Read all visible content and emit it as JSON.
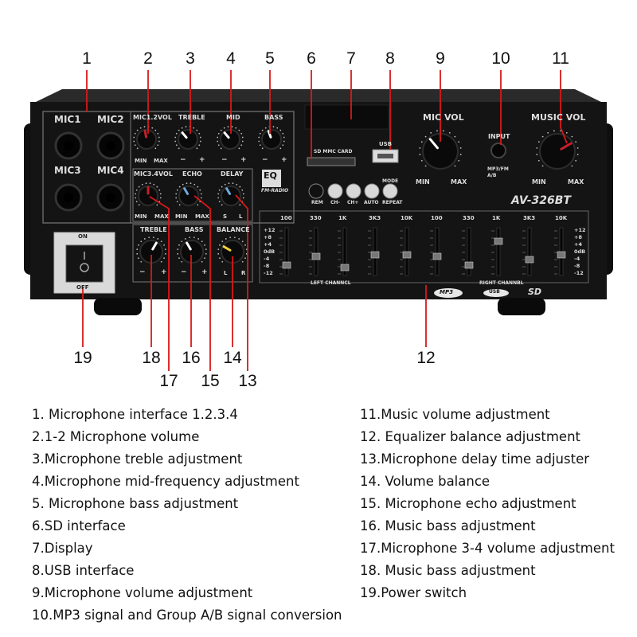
{
  "device": {
    "model": "AV-326BT",
    "panel": {
      "mic1": "MIC1",
      "mic2": "MIC2",
      "mic3": "MIC3",
      "mic4": "MIC4",
      "mic12vol": "MIC1.2VOL",
      "treble": "TREBLE",
      "mid": "MID",
      "bass": "BASS",
      "mic34vol": "MIC3.4VOL",
      "echo": "ECHO",
      "delay": "DELAY",
      "treble2": "TREBLE",
      "bass2": "BASS",
      "balance": "BALANCE",
      "min": "MIN",
      "max": "MAX",
      "minus": "−",
      "plus": "+",
      "s": "S",
      "l": "L",
      "r": "R",
      "sd_card": "SD MMC CARD",
      "usb": "USB",
      "eq": "EQ",
      "fm_radio": "FM-RADIO",
      "buttons": [
        "REM",
        "CH-",
        "CH+",
        "AUTO",
        "REPEAT"
      ],
      "mode": "MODE",
      "mic_vol": "MIC VOL",
      "music_vol": "MUSIC VOL",
      "input": "INPUT",
      "mp3fm": "MP3/FM",
      "ab": "A/B",
      "power_on": "ON",
      "power_off": "OFF",
      "power_symbol": "I",
      "eq_freqs": [
        "100",
        "330",
        "1K",
        "3K3",
        "10K",
        "100",
        "330",
        "1K",
        "3K3",
        "10K"
      ],
      "eq_db": [
        "+12",
        "+8",
        "+4",
        "0dB",
        "-4",
        "-8",
        "-12"
      ],
      "left_channel": "LEFT CHANNCL",
      "right_channel": "RIGHT CHANNBL",
      "logos": [
        "MP3",
        "USB",
        "SD"
      ]
    }
  },
  "callouts": [
    "1",
    "2",
    "3",
    "4",
    "5",
    "6",
    "7",
    "8",
    "9",
    "10",
    "11",
    "12",
    "13",
    "14",
    "15",
    "16",
    "17",
    "18",
    "19"
  ],
  "legend_left": [
    "1. Microphone interface 1.2.3.4",
    "2.1-2 Microphone volume",
    "3.Microphone treble adjustment",
    "4.Microphone mid-frequency adjustment",
    "5. Microphone bass adjustment",
    "6.SD interface",
    "7.Display",
    "8.USB interface",
    "9.Microphone volume adjustment",
    "10.MP3 signal and Group A/B signal conversion"
  ],
  "legend_right": [
    "11.Music volume adjustment",
    "12. Equalizer balance adjustment",
    "13.Microphone delay time adjuster",
    "14. Volume balance",
    "15. Microphone echo adjustment",
    "16. Music bass adjustment",
    "17.Microphone 3-4 volume adjustment",
    "18. Music bass adjustment",
    "19.Power switch"
  ],
  "colors": {
    "chassis": "#141414",
    "panel": "#1c1c1c",
    "text": "#111111",
    "accent_red": "#c8202a"
  }
}
